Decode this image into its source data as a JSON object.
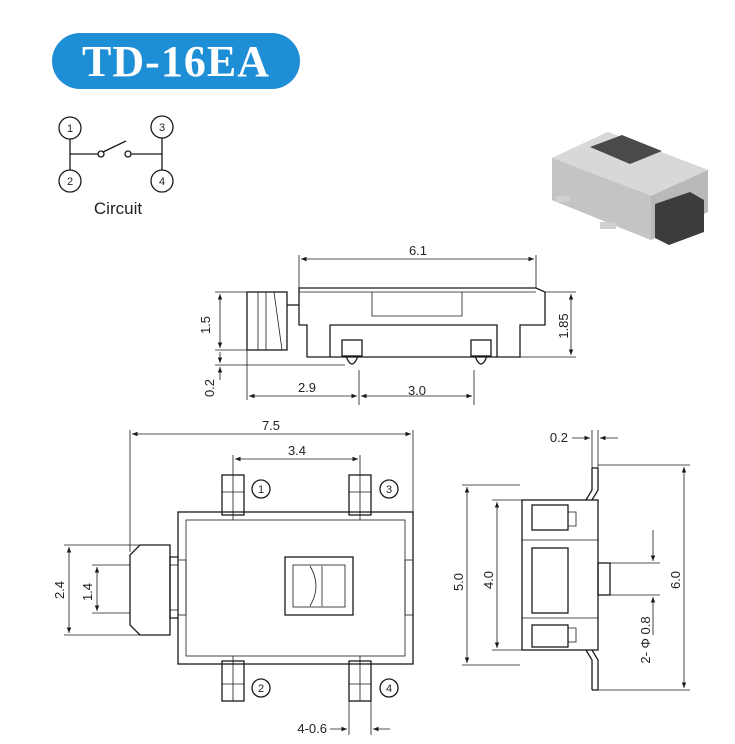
{
  "title": "TD-16EA",
  "circuit": {
    "label": "Circuit",
    "pins": [
      "1",
      "2",
      "3",
      "4"
    ]
  },
  "side_view": {
    "dim_length": "6.1",
    "dim_height_left": "1.5",
    "dim_height_right": "1.85",
    "dim_offset": "0.2",
    "dim_pitch_a": "2.9",
    "dim_pitch_b": "3.0"
  },
  "top_view": {
    "dim_total": "7.5",
    "dim_pin_spacing": "3.4",
    "dim_actuator_outer": "2.4",
    "dim_actuator_inner": "1.4",
    "dim_pin_width": "4-0.6",
    "pins": [
      "1",
      "3",
      "2",
      "4"
    ]
  },
  "end_view": {
    "dim_thickness": "0.2",
    "dim_body": "5.0",
    "dim_inner": "4.0",
    "dim_total": "6.0",
    "dim_post": "2- Φ 0.8"
  }
}
